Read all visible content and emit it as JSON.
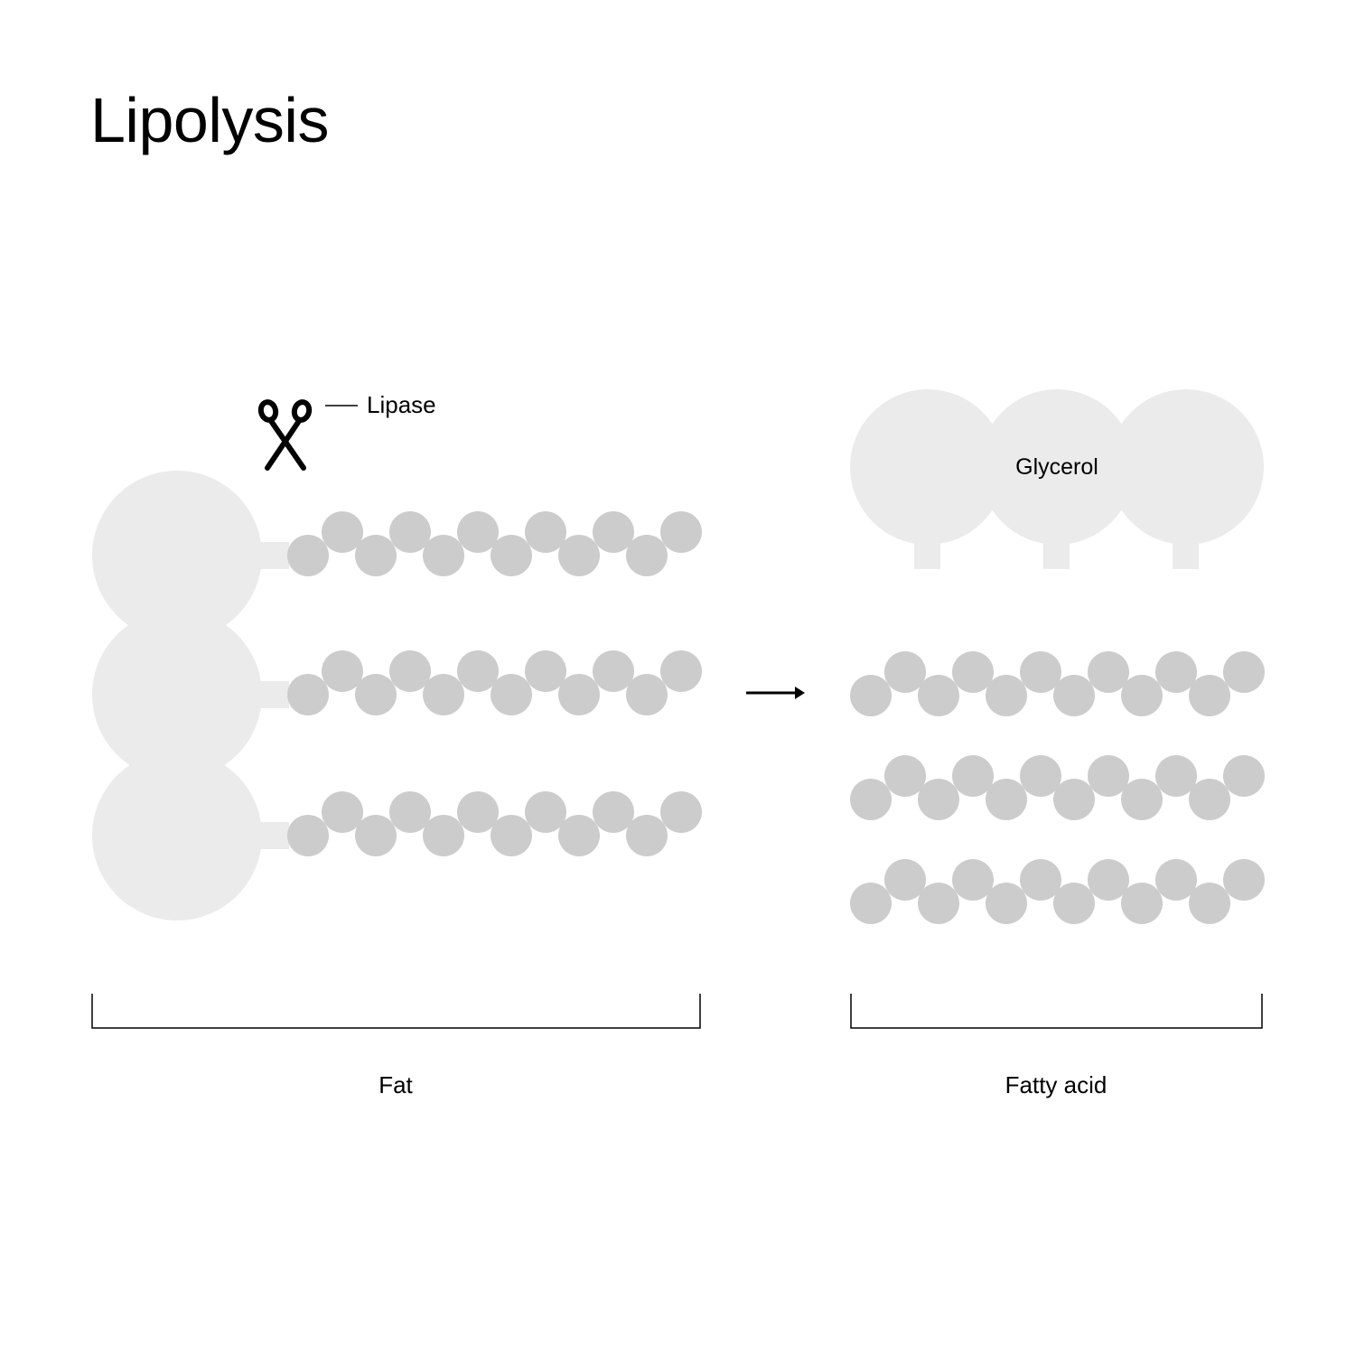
{
  "title": "Lipolysis",
  "labels": {
    "enzyme": "Lipase",
    "glycerol": "Glycerol",
    "reactant": "Fat",
    "product": "Fatty acid"
  },
  "icons": {
    "enzyme": "scissors-icon",
    "reaction": "arrow-right-icon"
  },
  "colors": {
    "glycerol": "#ebebeb",
    "fatty_acid": "#cccccc",
    "ink": "#000000"
  }
}
